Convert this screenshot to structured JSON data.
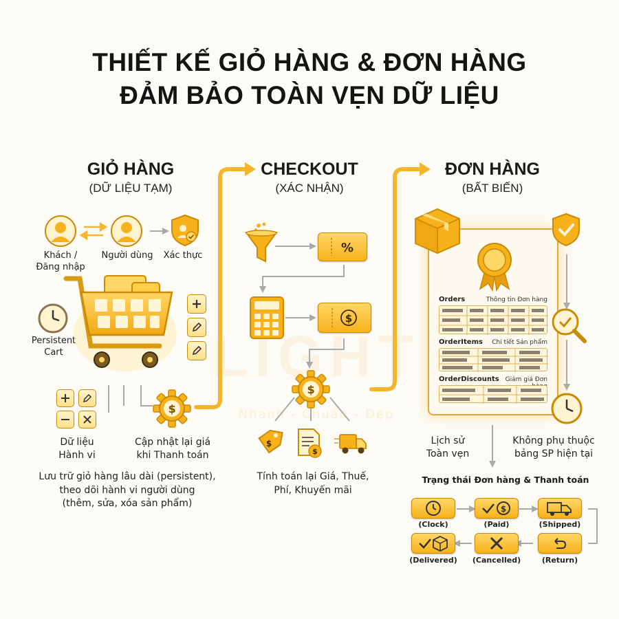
{
  "header": {
    "line1": "THIẾT KẾ GIỎ HÀNG & ĐƠN HÀNG",
    "line2": "ĐẢM BẢO TOÀN VẸN DỮ LIỆU"
  },
  "watermark": {
    "brand": "LIGHT",
    "tagline": "Nhanh - Chuẩn - Đẹp"
  },
  "cart": {
    "title": "GIỎ HÀNG",
    "subtitle": "(DỮ LIỆU TẠM)",
    "guest_label": "Khách /\nĐăng nhập",
    "user_label": "Người dùng",
    "auth_label": "Xác thực",
    "persistent_label": "Persistent\nCart",
    "behavior_label": "Dữ liệu\nHành vi",
    "reprice_label": "Cập nhật lại giá\nkhi Thanh toán",
    "description": "Lưu trữ giỏ hàng lâu dài (persistent),\ntheo dõi hành vi người dùng\n(thêm, sửa, xóa sản phẩm)"
  },
  "checkout": {
    "title": "CHECKOUT",
    "subtitle": "(XÁC NHẬN)",
    "description": "Tính toán lại Giá, Thuế,\nPhí, Khuyến mãi"
  },
  "order": {
    "title": "ĐƠN HÀNG",
    "subtitle": "(BẤT BIẾN)",
    "tables": [
      {
        "name": "Orders",
        "desc": "Thông tin Đơn hàng"
      },
      {
        "name": "OrderItems",
        "desc": "Chi tiết Sản phẩm"
      },
      {
        "name": "OrderDiscounts",
        "desc": "Giảm giá Đơn hàng"
      }
    ],
    "history_label": "Lịch sử\nToàn vẹn",
    "independent_label": "Không phụ thuộc\nbảng SP hiện tại",
    "status_title": "Trạng thái Đơn hàng & Thanh toán",
    "statuses": {
      "clock": "(Clock)",
      "paid": "(Paid)",
      "shipped": "(Shipped)",
      "delivered": "(Delivered)",
      "cancelled": "(Cancelled)",
      "return": "(Return)"
    }
  },
  "colors": {
    "accent": "#f7b21b",
    "accent_dark": "#c98a05",
    "flow": "#f5b52c",
    "gray_arrow": "#a9a9a9"
  }
}
